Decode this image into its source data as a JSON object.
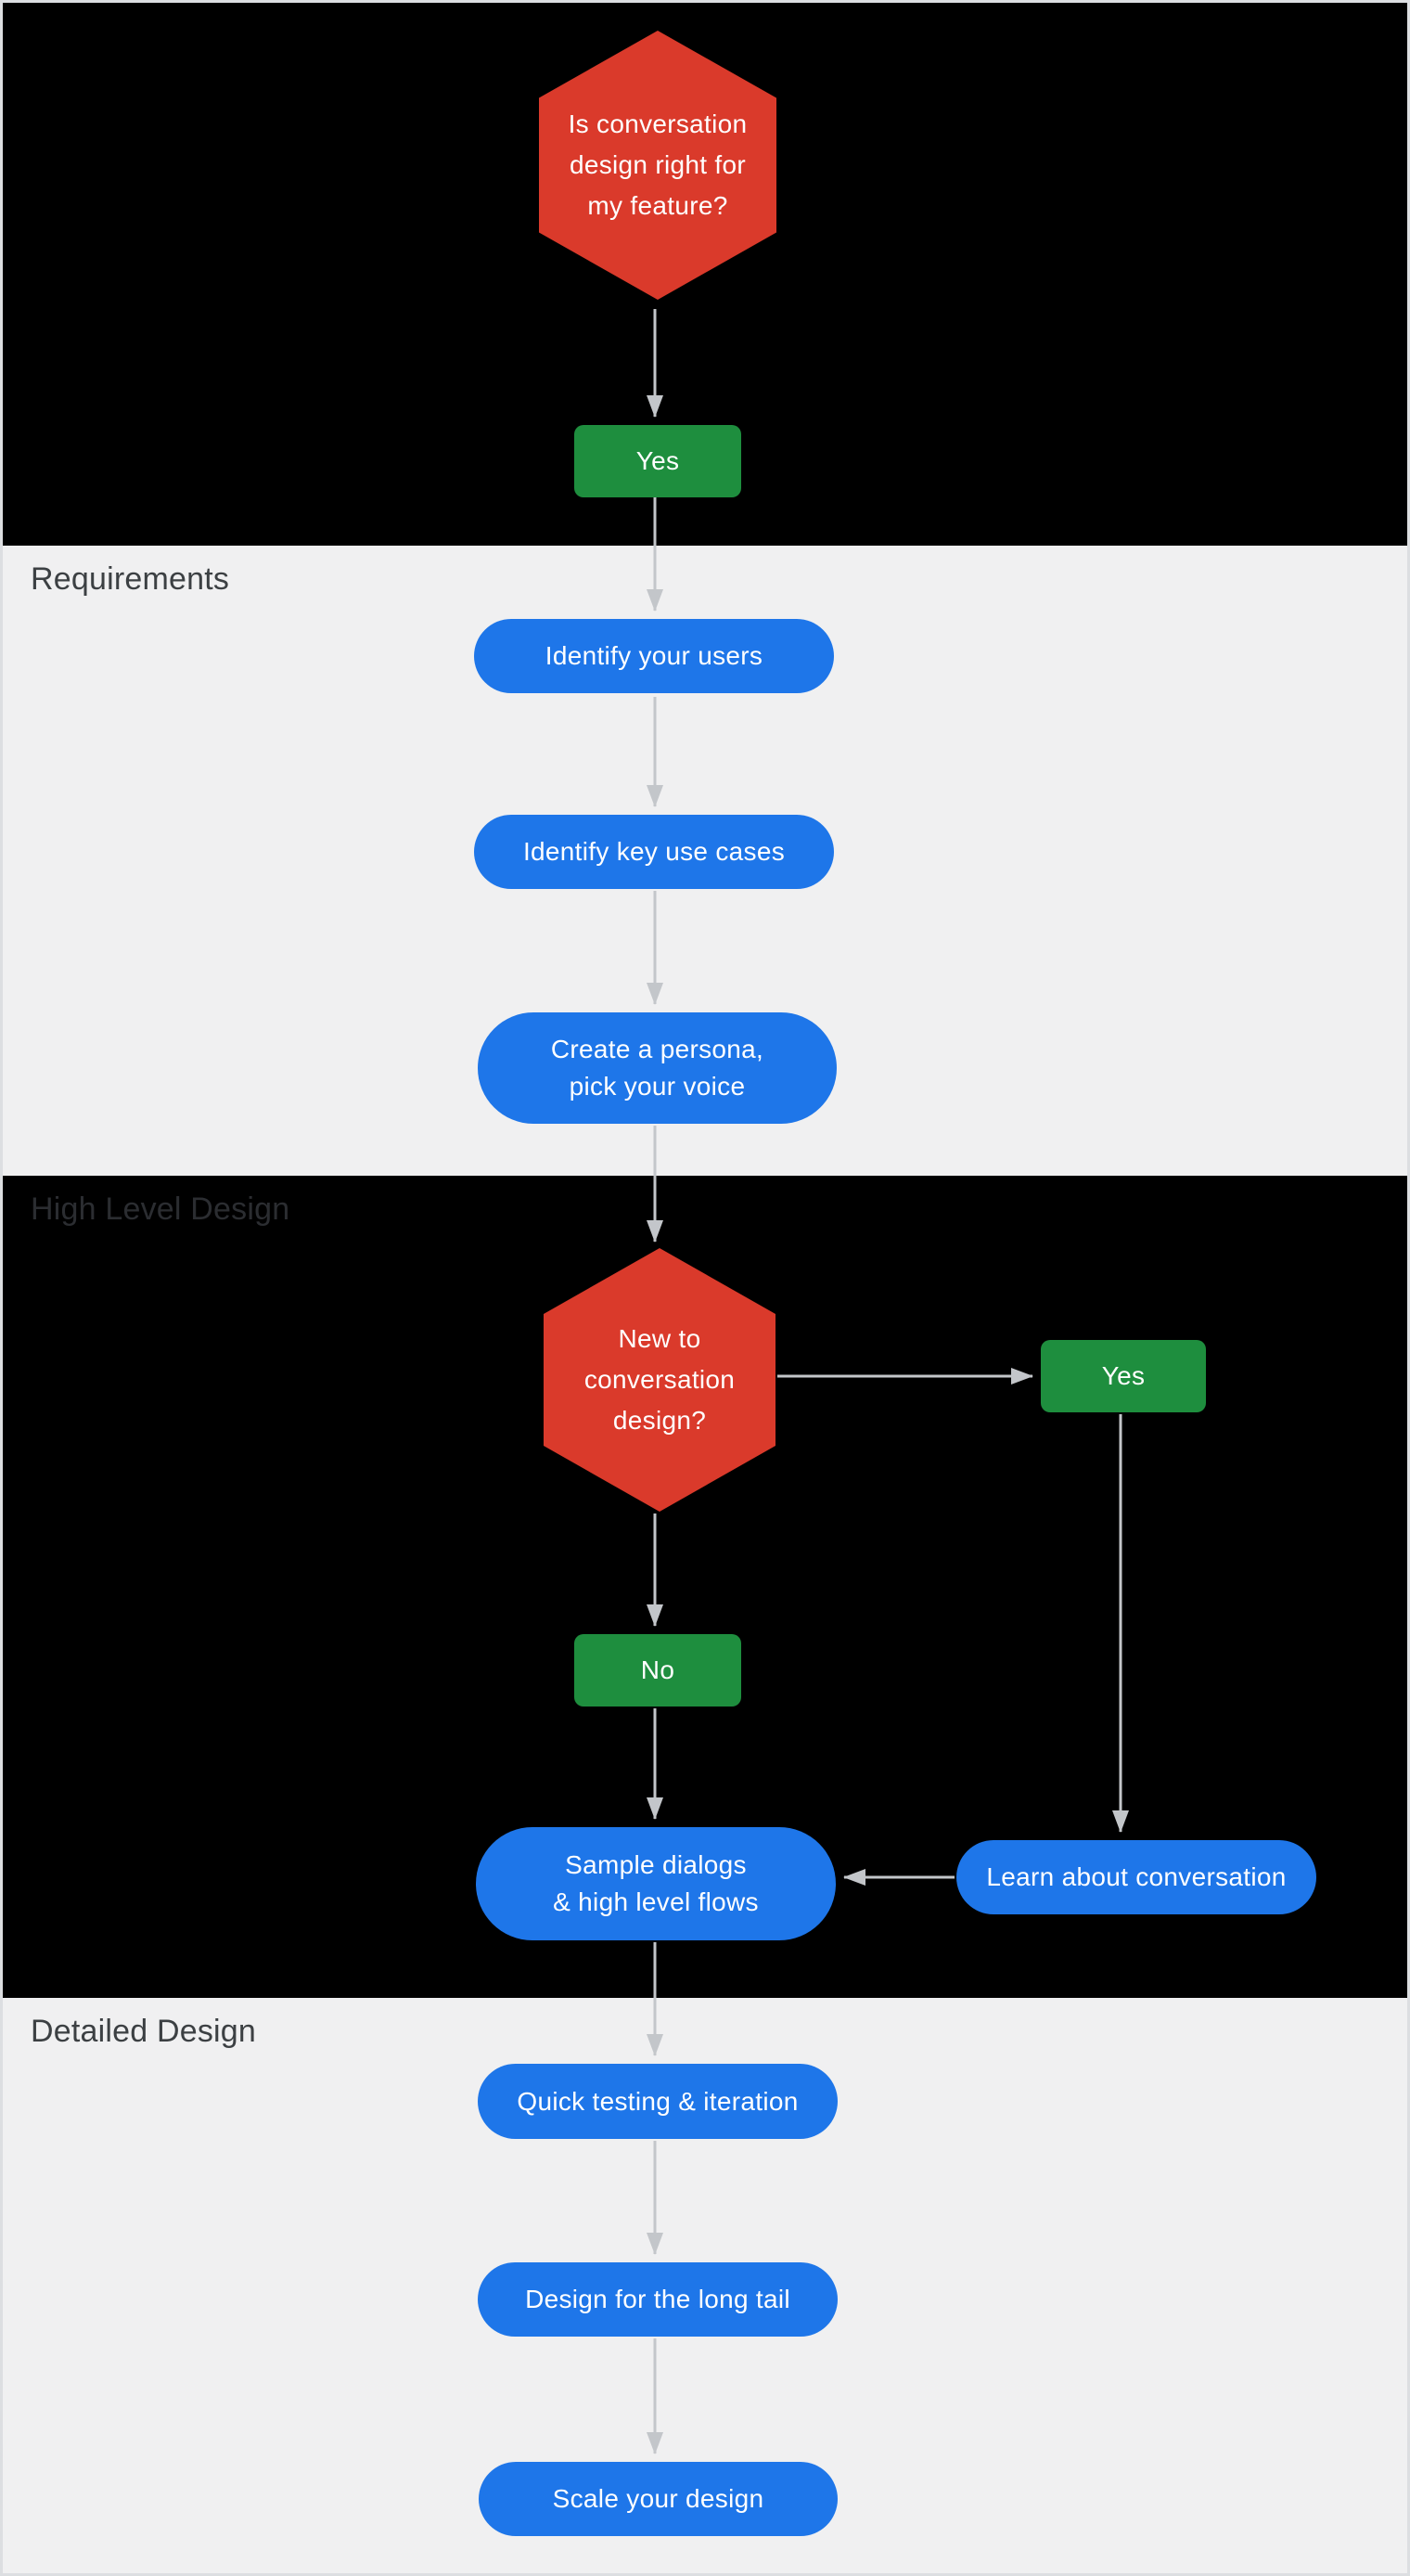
{
  "sections": {
    "start": {
      "label": ""
    },
    "requirements": {
      "label": "Requirements"
    },
    "high_level_design": {
      "label": "High Level Design"
    },
    "detailed_design": {
      "label": "Detailed Design"
    }
  },
  "nodes": {
    "decision_is_cd_right": {
      "type": "decision",
      "lines": [
        "Is conversation",
        "design right for",
        "my feature?"
      ]
    },
    "yes_start": {
      "type": "answer",
      "label": "Yes"
    },
    "identify_users": {
      "type": "step",
      "label": "Identify your users"
    },
    "identify_use_cases": {
      "type": "step",
      "label": "Identify key use cases"
    },
    "create_persona": {
      "type": "step",
      "lines": [
        "Create a persona,",
        "pick your voice"
      ]
    },
    "decision_new_to_cd": {
      "type": "decision",
      "lines": [
        "New to",
        "conversation",
        "design?"
      ]
    },
    "yes_new": {
      "type": "answer",
      "label": "Yes"
    },
    "no_new": {
      "type": "answer",
      "label": "No"
    },
    "sample_dialogs": {
      "type": "step",
      "lines": [
        "Sample dialogs",
        "& high level flows"
      ]
    },
    "learn_conversation": {
      "type": "step",
      "label": "Learn about conversation"
    },
    "quick_testing": {
      "type": "step",
      "label": "Quick testing & iteration"
    },
    "design_long_tail": {
      "type": "step",
      "label": "Design for the long tail"
    },
    "scale_design": {
      "type": "step",
      "label": "Scale your design"
    }
  },
  "edges": [
    "decision_is_cd_right -> yes_start",
    "yes_start -> identify_users",
    "identify_users -> identify_use_cases",
    "identify_use_cases -> create_persona",
    "create_persona -> decision_new_to_cd",
    "decision_new_to_cd -> yes_new",
    "decision_new_to_cd -> no_new",
    "yes_new -> learn_conversation",
    "learn_conversation -> sample_dialogs",
    "no_new -> sample_dialogs",
    "sample_dialogs -> quick_testing",
    "quick_testing -> design_long_tail",
    "design_long_tail -> scale_design"
  ],
  "colors": {
    "decision_fill": "#da3a2b",
    "answer_fill": "#1e8e3e",
    "step_fill": "#1e76e9",
    "node_text": "#ffffff",
    "arrow": "#c3c6ca",
    "section_dark_bg": "#000000",
    "section_light_bg": "#f0f0f1",
    "label_on_light": "#3c4043",
    "label_on_dark": "#2b2d31",
    "frame_border": "#dcdee1"
  }
}
